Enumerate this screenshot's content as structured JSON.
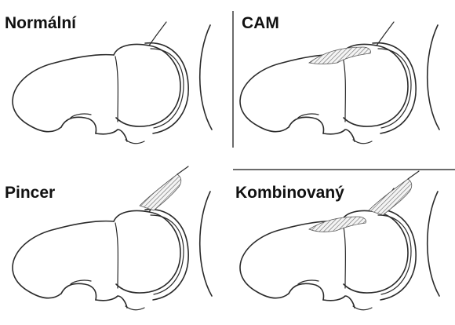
{
  "panels": [
    {
      "id": "normal",
      "label": "Normální"
    },
    {
      "id": "cam",
      "label": "CAM"
    },
    {
      "id": "pincer",
      "label": "Pincer"
    },
    {
      "id": "combined",
      "label": "Kombinovaný"
    }
  ]
}
